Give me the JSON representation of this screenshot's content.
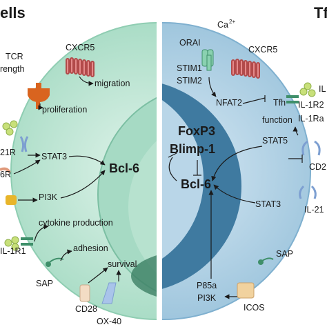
{
  "headers": {
    "left": "ells",
    "right": "Tf"
  },
  "left_cell": {
    "labels": {
      "tcr_line1": "TCR",
      "tcr_line2": "rength",
      "cxcr5": "CXCR5",
      "migration": "migration",
      "proliferation": "proliferation",
      "r21": "21R",
      "stat3": "STAT3",
      "bcl6": "Bcl-6",
      "r6": "6R",
      "pi3k": "PI3K",
      "cytokine": "cytokine production",
      "adhesion": "adhesion",
      "il1r1": "IL-1R1",
      "sap": "SAP",
      "survival": "survival",
      "cd28": "CD28",
      "ox40": "OX-40"
    }
  },
  "right_cell": {
    "labels": {
      "ca": "Ca",
      "ca_sup": "2+",
      "orai": "ORAI",
      "cxcr5": "CXCR5",
      "stim1": "STIM1",
      "stim2": "STIM2",
      "nfat2": "NFAT2",
      "tfh": "Tfh",
      "function": "function",
      "il_top": "IL",
      "il1r2": "IL-1R2",
      "il1ra": "IL-1Ra",
      "foxp3": "FoxP3",
      "blimp1": "Blimp-1",
      "stat5": "STAT5",
      "cd2": "CD2",
      "bcl6": "Bcl-6",
      "stat3": "STAT3",
      "il21": "IL-21",
      "sap": "SAP",
      "p85a": "P85a",
      "pi3k": "PI3K",
      "icos": "ICOS"
    }
  },
  "colors": {
    "left_cell": "#bfe6d6",
    "left_nucleus": "#a8dcc6",
    "right_cell": "#b9d5e6",
    "right_nucleus": "#3a6f92",
    "receptor_red": "#d96b6b",
    "receptor_green": "#3f8f6a",
    "ligand_yellowgreen": "#c8e07a"
  }
}
